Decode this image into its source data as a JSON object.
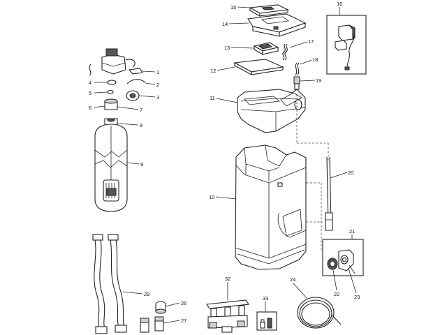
{
  "callouts": {
    "c1": "1",
    "c2": "2",
    "c3": "3",
    "c4": "4",
    "c5": "5",
    "c6": "6",
    "c7": "7",
    "c8": "8",
    "c9": "9",
    "c10": "10",
    "c11": "11",
    "c12": "12",
    "c13": "13",
    "c14": "14",
    "c15": "15",
    "c16": "16",
    "c17": "17",
    "c18": "18",
    "c19": "19",
    "c20": "20",
    "c21": "21",
    "c22": "22",
    "c23": "23",
    "c24": "24",
    "c26": "26",
    "c27": "27",
    "c29": "29",
    "c32": "32",
    "c33": "33"
  }
}
